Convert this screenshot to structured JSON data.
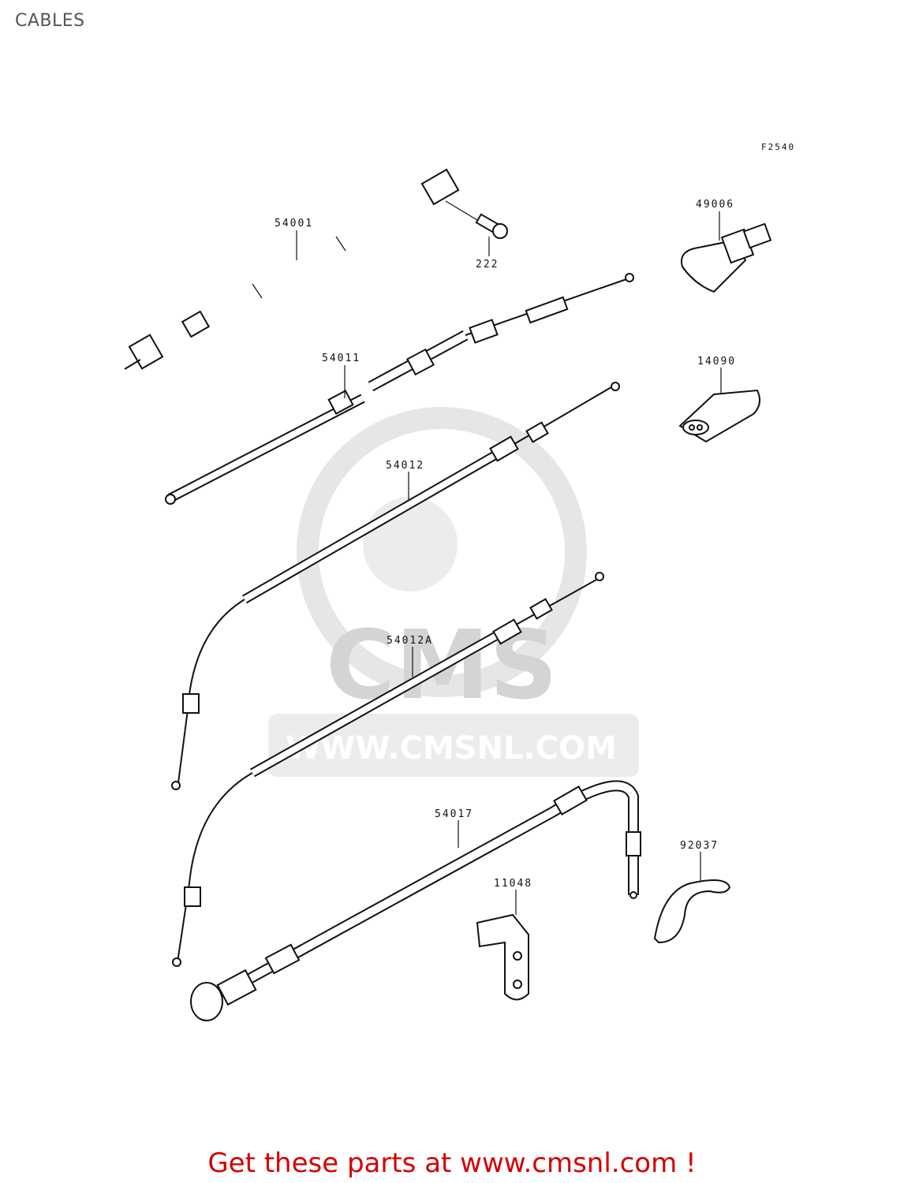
{
  "page": {
    "title": "CABLES"
  },
  "figure": {
    "code": "F2540"
  },
  "parts": [
    {
      "number": "54001"
    },
    {
      "number": "222"
    },
    {
      "number": "49006"
    },
    {
      "number": "54011"
    },
    {
      "number": "14090"
    },
    {
      "number": "54012"
    },
    {
      "number": "54012A"
    },
    {
      "number": "54017"
    },
    {
      "number": "92037"
    },
    {
      "number": "11048"
    }
  ],
  "watermark": {
    "brand": "CMS",
    "url": "WWW.CMSNL.COM",
    "color": "#d4d4d4"
  },
  "footer": {
    "text": "Get these parts at www.cmsnl.com !",
    "color": "#d40000"
  }
}
